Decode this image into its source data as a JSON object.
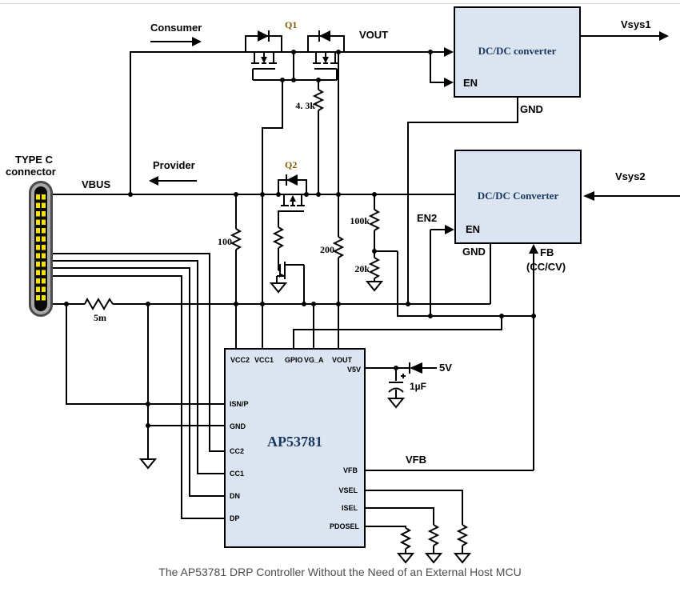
{
  "caption": "The AP53781 DRP Controller Without the Need of an External Host MCU",
  "connector": {
    "title_line1": "TYPE C",
    "title_line2": "connector"
  },
  "flow": {
    "consumer": "Consumer",
    "provider": "Provider"
  },
  "nets": {
    "vbus": "VBUS",
    "vout": "VOUT",
    "vsys1": "Vsys1",
    "vsys2": "Vsys2",
    "en2": "EN2",
    "vfb": "VFB",
    "fb": "FB",
    "fb_mode": "(CC/CV)",
    "v5": "5V",
    "gnd1": "GND",
    "gnd2": "GND"
  },
  "q": {
    "q1": "Q1",
    "q2": "Q2"
  },
  "values": {
    "r_gate_q1": "4. 3k",
    "r_100": "100",
    "r_200": "200",
    "r_100k": "100k",
    "r_20k": "20k",
    "r_5m": "5m",
    "c_1uf": "1µF"
  },
  "conv1": {
    "title": "DC/DC converter",
    "en": "EN"
  },
  "conv2": {
    "title": "DC/DC Converter",
    "en": "EN"
  },
  "chip": {
    "name": "AP53781",
    "pins": {
      "vcc2": "VCC2",
      "vcc1": "VCC1",
      "gpio": "GPIO",
      "vg_a": "VG_A",
      "vout": "VOUT",
      "v5v": "V5V",
      "isnp": "ISN/P",
      "gnd": "GND",
      "cc2": "CC2",
      "cc1": "CC1",
      "dn": "DN",
      "dp": "DP",
      "vfb": "VFB",
      "vsel": "VSEL",
      "isel": "ISEL",
      "pdosel": "PDOSEL"
    }
  },
  "colors": {
    "box_fill": "#dbe5f1",
    "wire": "#000000",
    "chip_title": "#17375e",
    "transistor_label": "#7f6000",
    "connector_pin": "#f5e400",
    "caption_text": "#4d4d4d"
  }
}
